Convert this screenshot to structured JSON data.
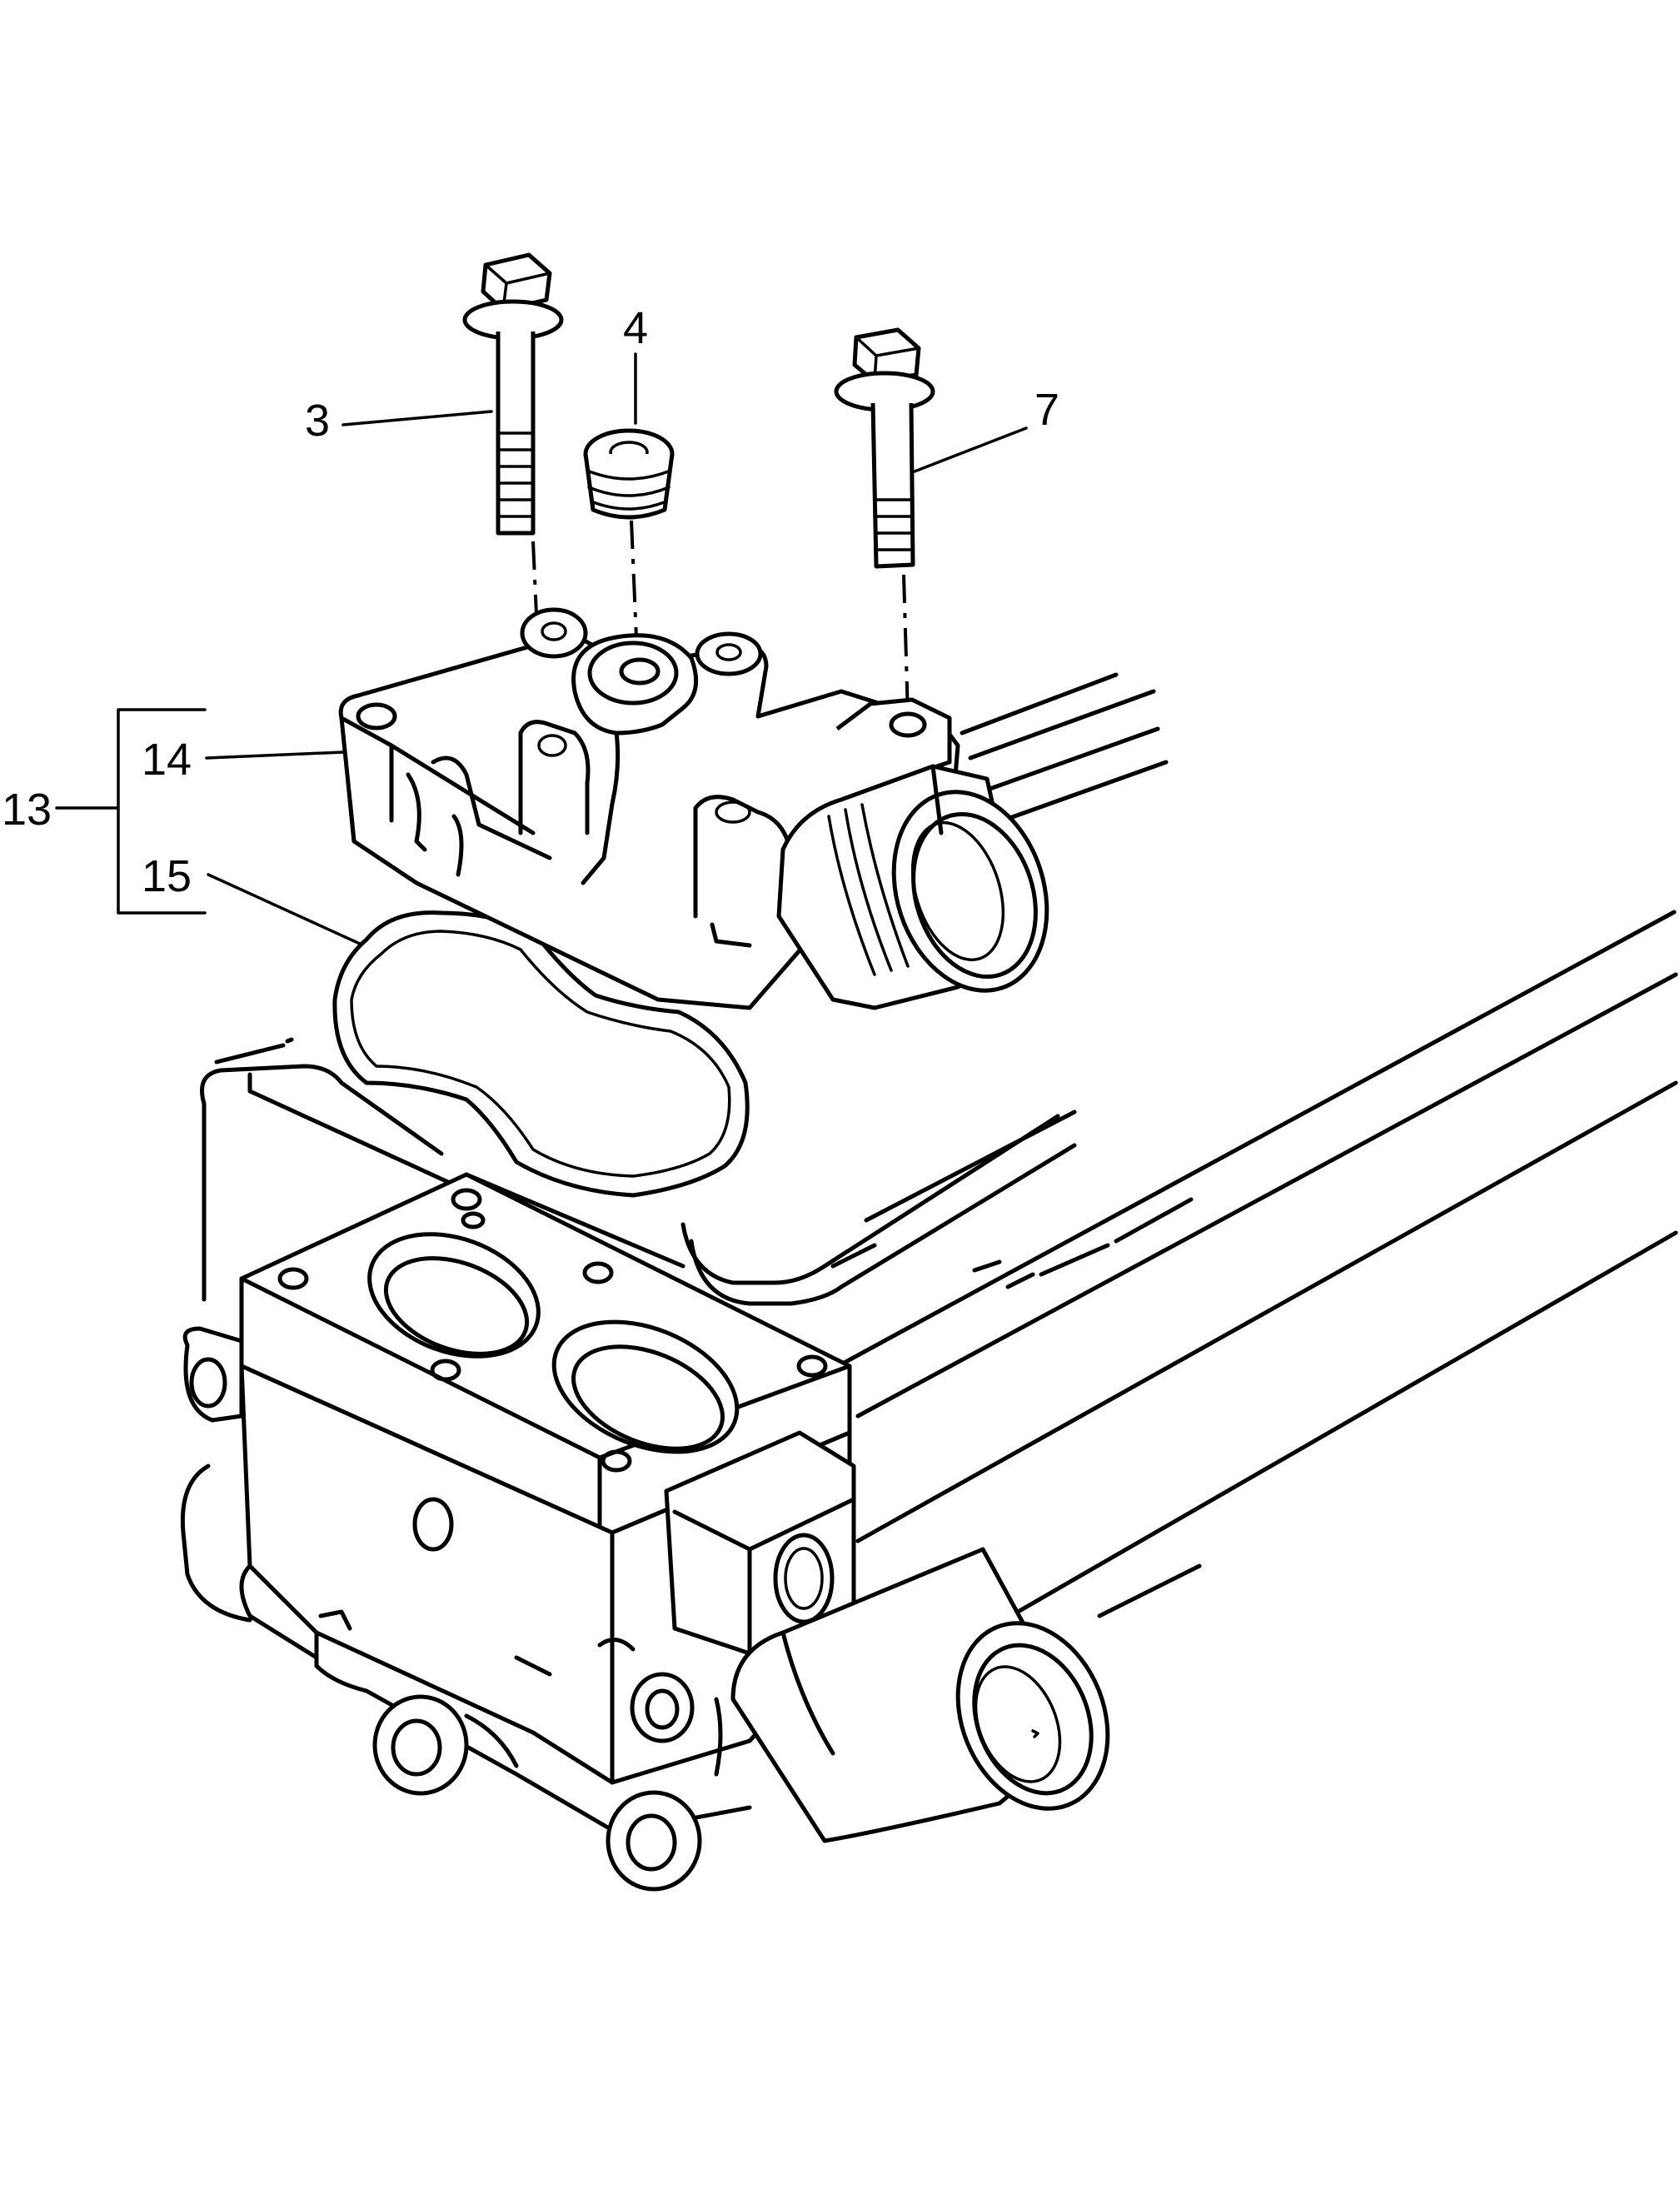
{
  "callouts": [
    {
      "id": "3",
      "text": "3"
    },
    {
      "id": "4",
      "text": "4"
    },
    {
      "id": "7",
      "text": "7"
    },
    {
      "id": "13",
      "text": "13"
    },
    {
      "id": "14",
      "text": "14"
    },
    {
      "id": "15",
      "text": "15"
    }
  ],
  "colors": {
    "ink": "#000000",
    "paper": "#ffffff"
  }
}
